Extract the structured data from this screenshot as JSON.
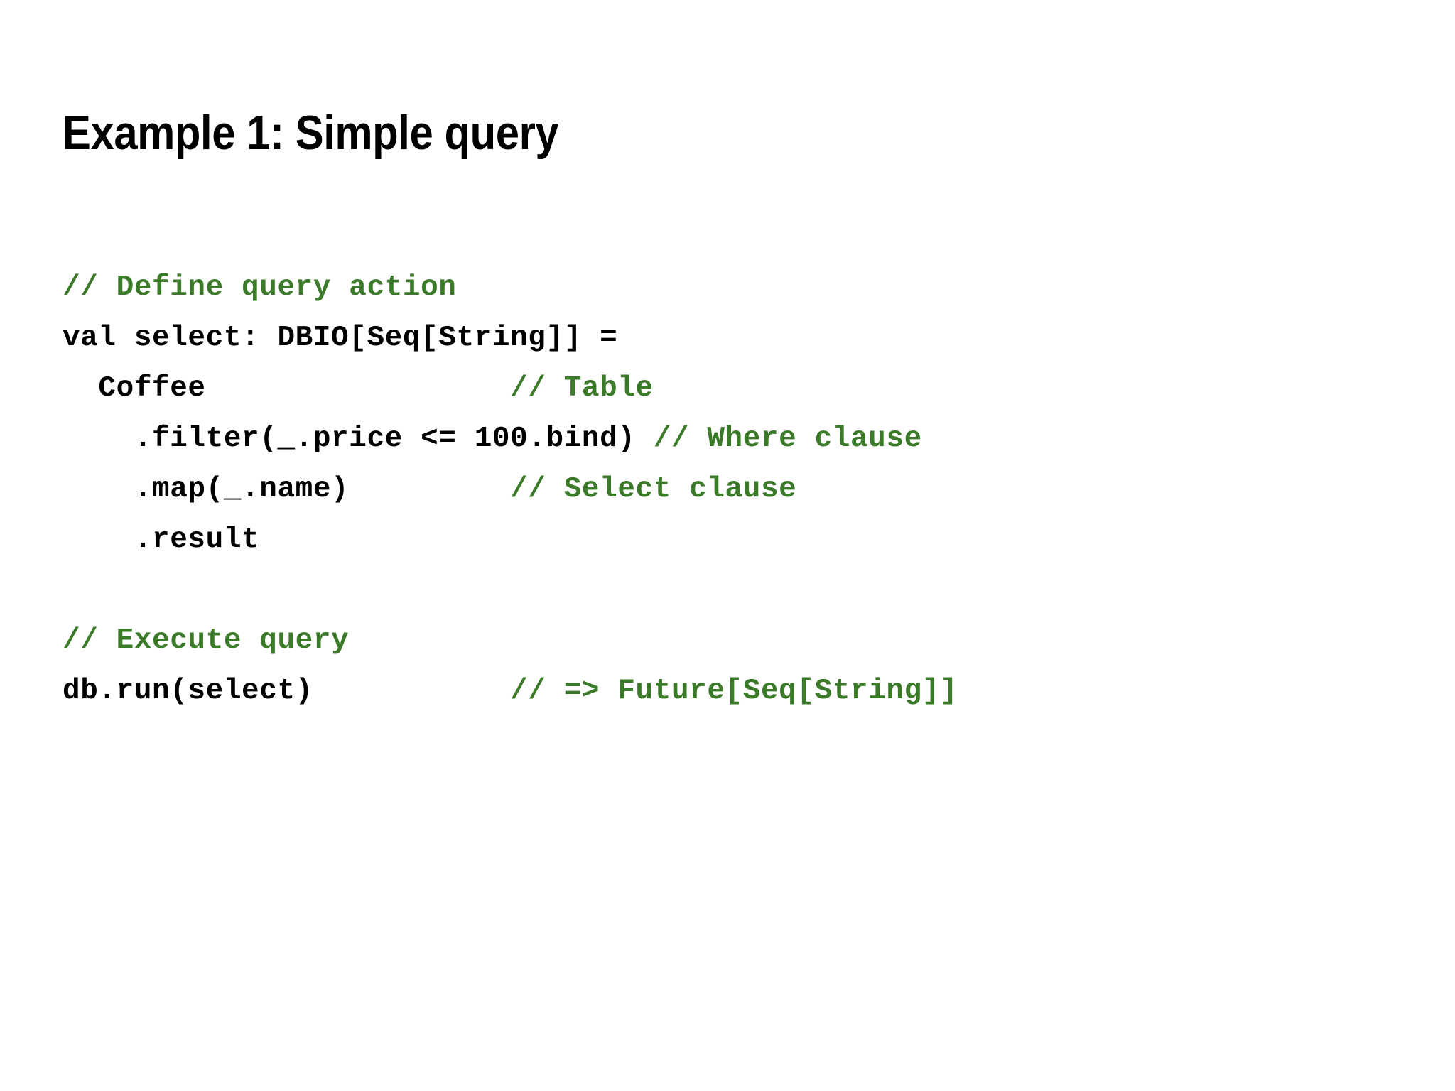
{
  "slide": {
    "title": "Example 1: Simple query",
    "background_color": "#ffffff",
    "title_color": "#000000",
    "comment_color": "#3a7a28",
    "code_color": "#000000"
  },
  "code": {
    "language": "scala",
    "lines": [
      {
        "code": "",
        "comment": "// Define query action"
      },
      {
        "code": "val select: DBIO[Seq[String]] =",
        "comment": ""
      },
      {
        "code": "  Coffee",
        "comment": "// Table"
      },
      {
        "code": "    .filter(_.price <= 100.bind)",
        "comment": "// Where clause"
      },
      {
        "code": "    .map(_.name)",
        "comment": "// Select clause"
      },
      {
        "code": "    .result",
        "comment": ""
      },
      {
        "code": "",
        "comment": ""
      },
      {
        "code": "",
        "comment": "// Execute query"
      },
      {
        "code": "db.run(select) ",
        "comment": "// => Future[Seq[String]]"
      }
    ],
    "comment_column": 25,
    "full_text": "// Define query action\nval select: DBIO[Seq[String]] =\n  Coffee                  // Table\n    .filter(_.price <= 100.bind) // Where clause\n    .map(_.name)             // Select clause\n    .result\n\n// Execute query\ndb.run(select) // => Future[Seq[String]]"
  }
}
